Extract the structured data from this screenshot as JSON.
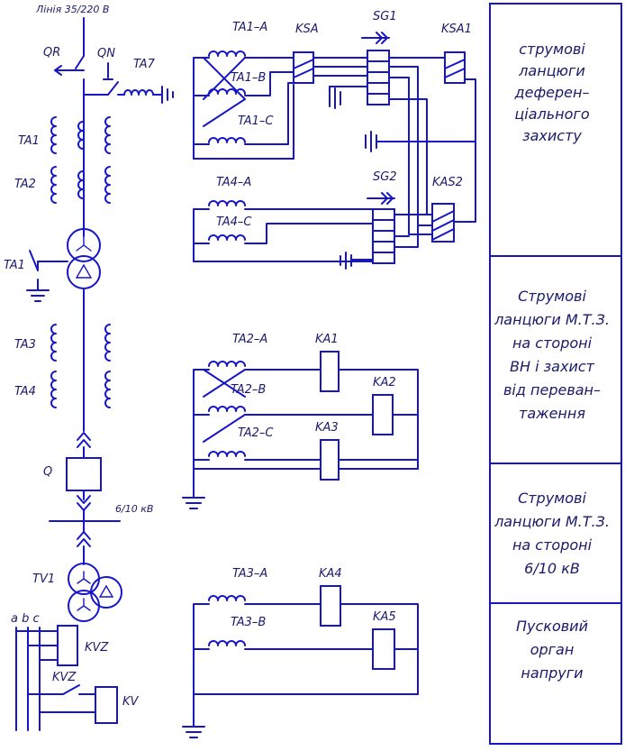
{
  "line_label": "Лінія 35/220 В",
  "left": {
    "qr": "QR",
    "qn": "QN",
    "ta7": "TA7",
    "ta1": "TA1",
    "ta2": "TA2",
    "ta1b": "TA1",
    "ta3": "TA3",
    "ta4": "TA4",
    "q": "Q",
    "bus": "6/10 кВ",
    "tv1": "TV1",
    "abc": "a b c",
    "kvz1": "KVZ",
    "kvz2": "KVZ",
    "kv": "KV"
  },
  "diff": {
    "ta1a": "TA1–A",
    "ta1b": "TA1–B",
    "ta1c": "TA1–C",
    "ksa": "KSA",
    "sg1": "SG1",
    "ksa1": "KSA1",
    "ta4a": "TA4–A",
    "ta4c": "TA4–C",
    "sg2": "SG2",
    "kas2": "KAS2"
  },
  "mtz": {
    "ta2a": "TA2–A",
    "ta2b": "TA2–B",
    "ta2c": "TA2–C",
    "ka1": "KA1",
    "ka2": "KA2",
    "ka3": "KA3"
  },
  "mtz_lv": {
    "ta3a": "TA3–A",
    "ta3b": "TA3–B",
    "ka4": "KA4",
    "ka5": "KA5"
  },
  "blocks": [
    {
      "lines": [
        "струмові",
        "ланцюги",
        "деферен–",
        "ціального",
        "захисту"
      ]
    },
    {
      "lines": [
        "Струмові",
        "ланцюги М.Т.З.",
        "на стороні",
        "ВН і захист",
        "від переван–",
        "таження"
      ]
    },
    {
      "lines": [
        "Струмові",
        "ланцюги М.Т.З.",
        "на стороні",
        "6/10 кВ"
      ]
    },
    {
      "lines": [
        "Пусковий",
        "орган",
        "напруги"
      ]
    }
  ]
}
